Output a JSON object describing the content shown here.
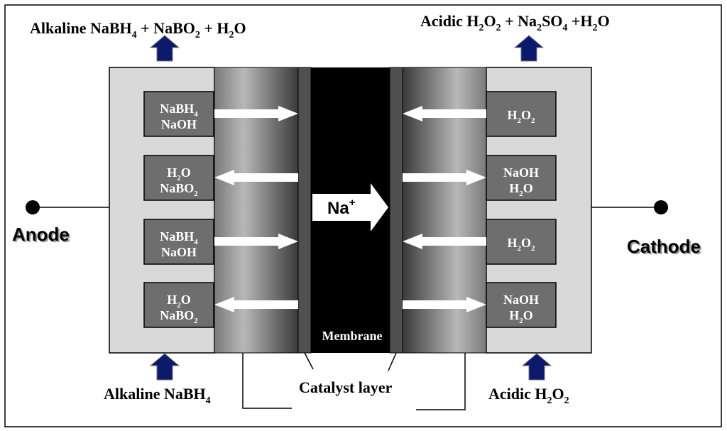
{
  "top_left_label": [
    {
      "t": "Alkaline NaBH"
    },
    {
      "t": "4",
      "sub": true
    },
    {
      "t": " + NaBO"
    },
    {
      "t": "2",
      "sub": true
    },
    {
      "t": " + H"
    },
    {
      "t": "2",
      "sub": true
    },
    {
      "t": "O"
    }
  ],
  "top_right_label": [
    {
      "t": "Acidic H"
    },
    {
      "t": "2",
      "sub": true
    },
    {
      "t": "O"
    },
    {
      "t": "2",
      "sub": true
    },
    {
      "t": " + Na"
    },
    {
      "t": "2",
      "sub": true
    },
    {
      "t": "SO"
    },
    {
      "t": "4",
      "sub": true
    },
    {
      "t": " +H"
    },
    {
      "t": "2",
      "sub": true
    },
    {
      "t": "O"
    }
  ],
  "bottom_left_label": [
    {
      "t": "Alkaline NaBH"
    },
    {
      "t": "4",
      "sub": true
    }
  ],
  "bottom_right_label": [
    {
      "t": "Acidic H"
    },
    {
      "t": "2",
      "sub": true
    },
    {
      "t": "O"
    },
    {
      "t": "2",
      "sub": true
    }
  ],
  "anode_label": "Anode",
  "cathode_label": "Cathode",
  "membrane_label": "Membrane",
  "catalyst_label": "Catalyst layer",
  "ion": {
    "base": "Na",
    "sup": "+"
  },
  "left_boxes": [
    {
      "lines": [
        [
          {
            "t": "NaBH"
          },
          {
            "t": "4",
            "sub": true
          }
        ],
        [
          {
            "t": "NaOH"
          }
        ]
      ],
      "arrow": "in"
    },
    {
      "lines": [
        [
          {
            "t": "H"
          },
          {
            "t": "2",
            "sub": true
          },
          {
            "t": "O"
          }
        ],
        [
          {
            "t": "NaBO"
          },
          {
            "t": "2",
            "sub": true
          }
        ]
      ],
      "arrow": "out"
    },
    {
      "lines": [
        [
          {
            "t": "NaBH"
          },
          {
            "t": "4",
            "sub": true
          }
        ],
        [
          {
            "t": "NaOH"
          }
        ]
      ],
      "arrow": "in"
    },
    {
      "lines": [
        [
          {
            "t": "H"
          },
          {
            "t": "2",
            "sub": true
          },
          {
            "t": "O"
          }
        ],
        [
          {
            "t": "NaBO"
          },
          {
            "t": "2",
            "sub": true
          }
        ]
      ],
      "arrow": "out"
    }
  ],
  "right_boxes": [
    {
      "lines": [
        [
          {
            "t": "H"
          },
          {
            "t": "2",
            "sub": true
          },
          {
            "t": "O"
          },
          {
            "t": "2",
            "sub": true
          }
        ]
      ],
      "arrow": "in"
    },
    {
      "lines": [
        [
          {
            "t": "NaOH"
          }
        ],
        [
          {
            "t": "H"
          },
          {
            "t": "2",
            "sub": true
          },
          {
            "t": "O"
          }
        ]
      ],
      "arrow": "out"
    },
    {
      "lines": [
        [
          {
            "t": "H"
          },
          {
            "t": "2",
            "sub": true
          },
          {
            "t": "O"
          },
          {
            "t": "2",
            "sub": true
          }
        ]
      ],
      "arrow": "in"
    },
    {
      "lines": [
        [
          {
            "t": "NaOH"
          }
        ],
        [
          {
            "t": "H"
          },
          {
            "t": "2",
            "sub": true
          },
          {
            "t": "O"
          }
        ]
      ],
      "arrow": "out"
    }
  ],
  "colors": {
    "flow_arrow": "#0b1a6b",
    "chamber": "#d9d9d9",
    "species_box": "#6e6e6e",
    "membrane": "#000000",
    "membrane_edge": "#505050"
  }
}
